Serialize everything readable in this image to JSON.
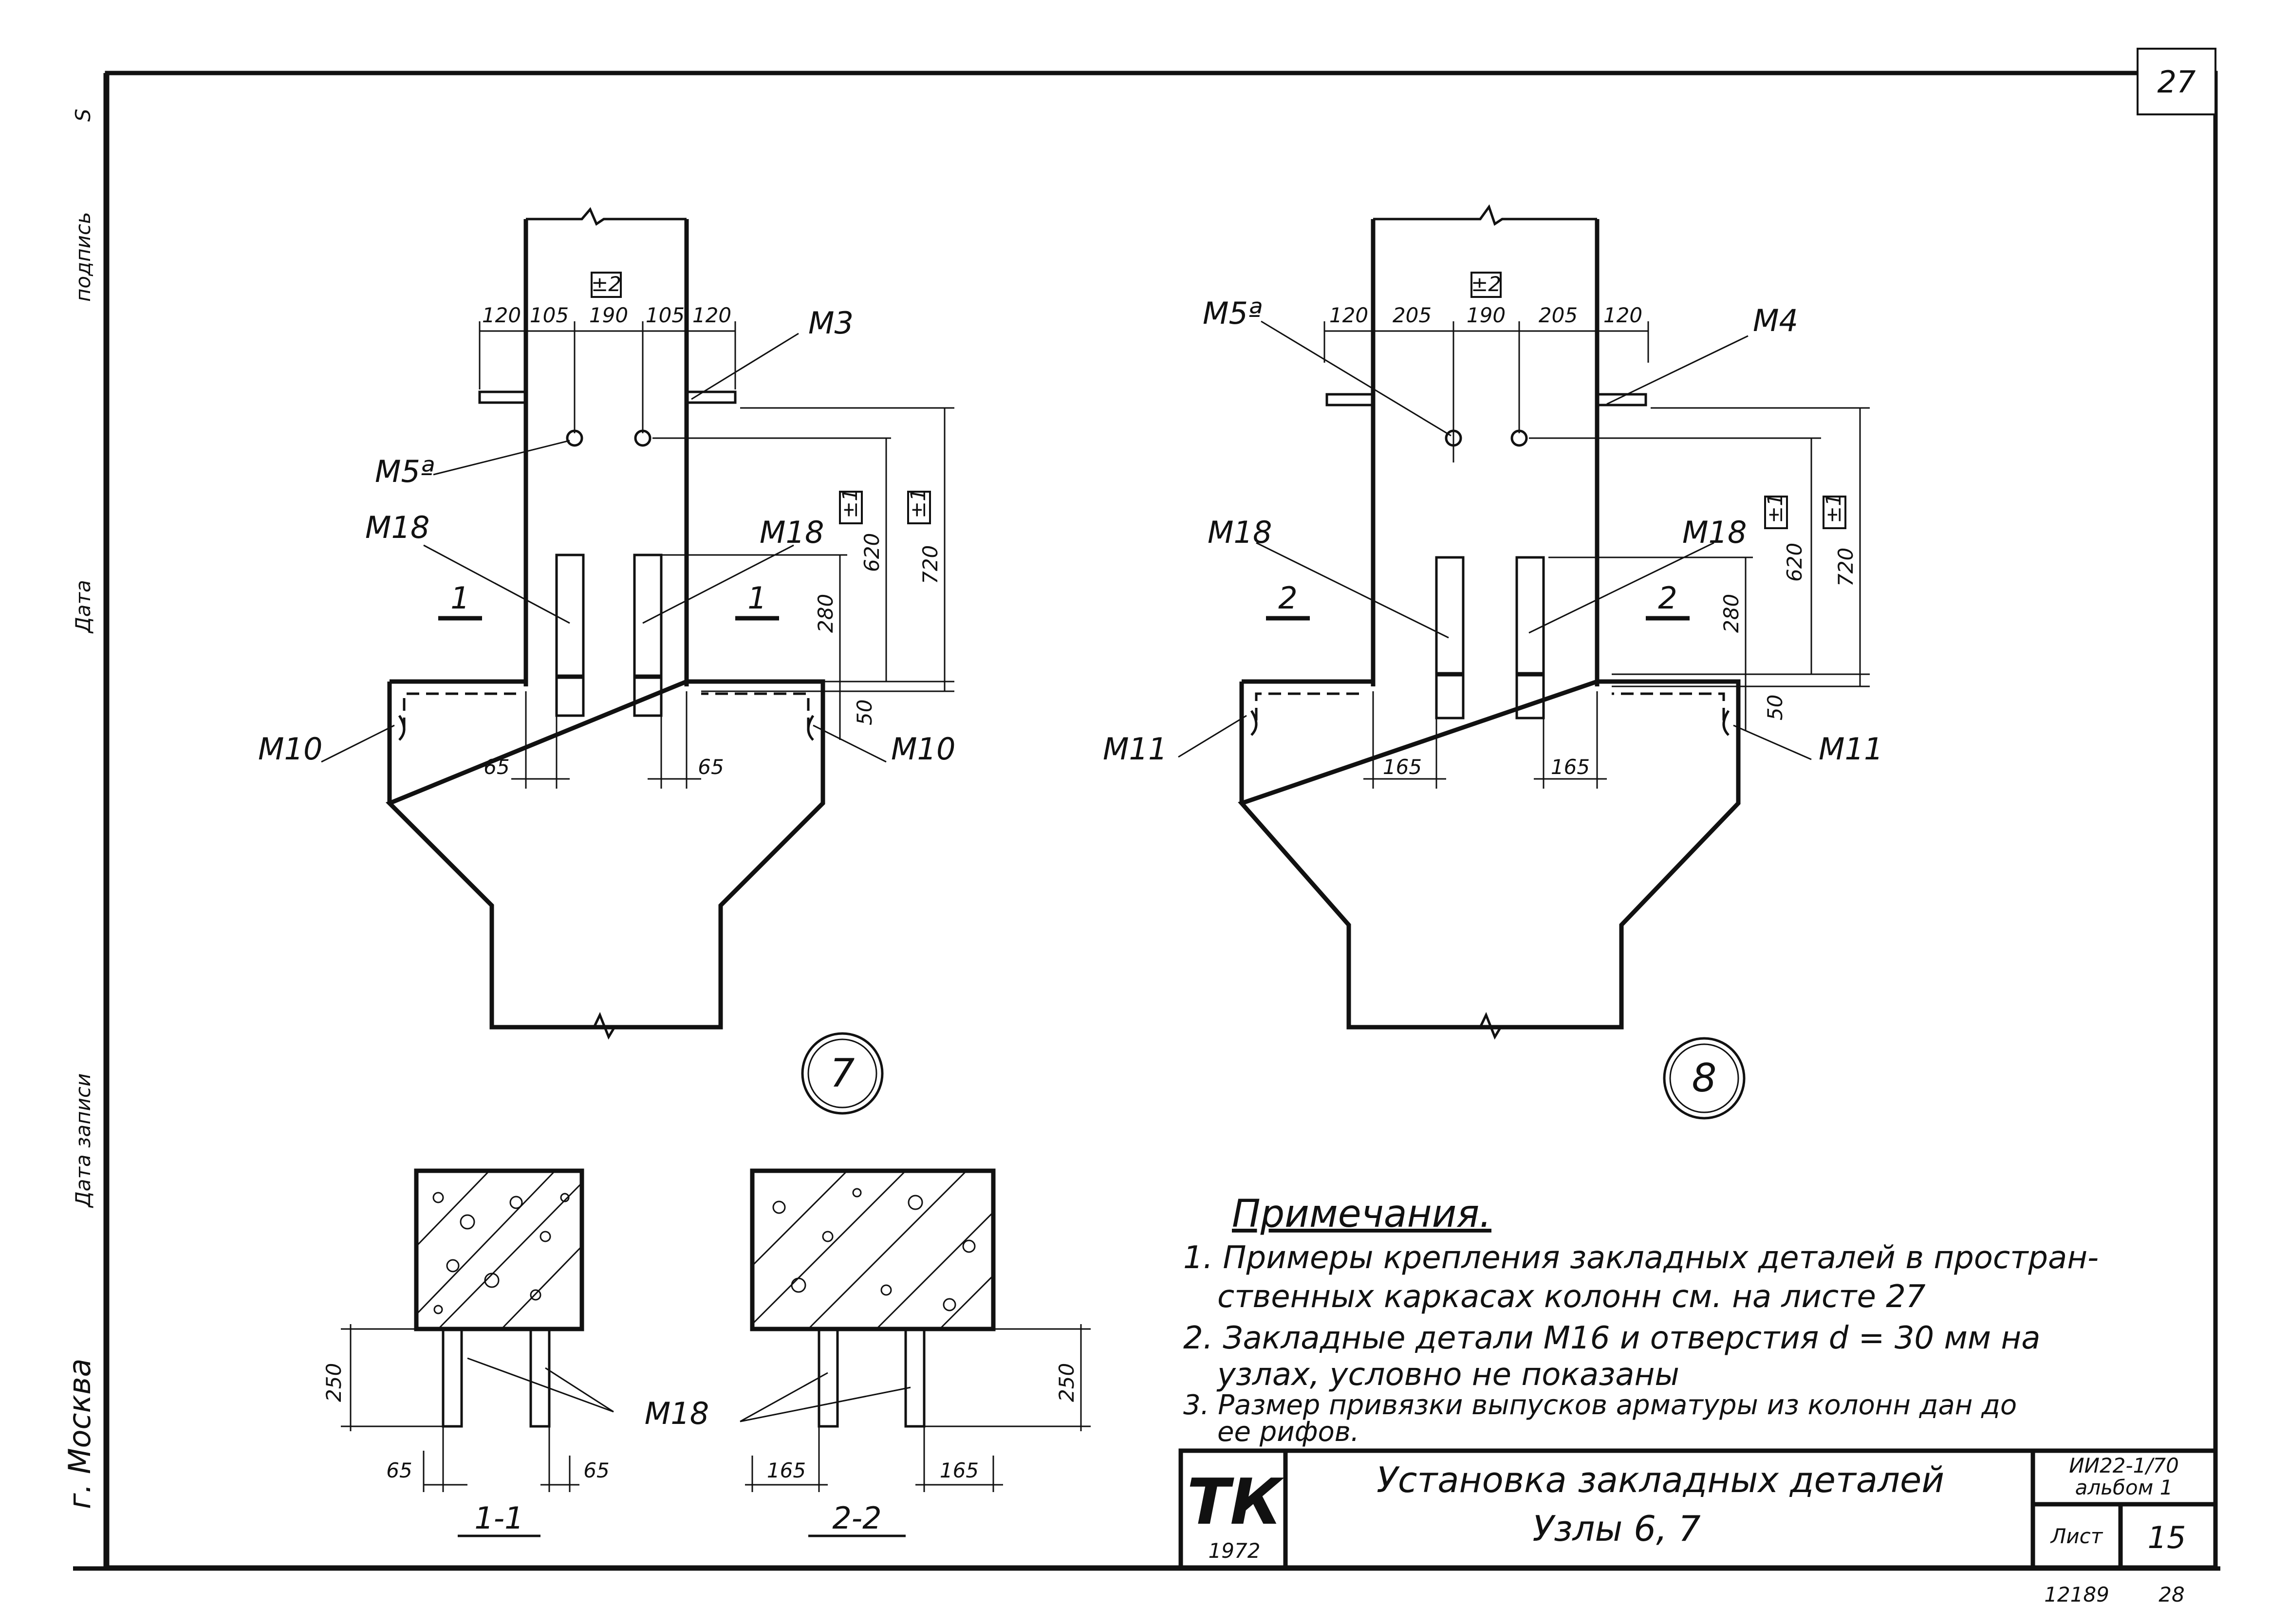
{
  "sheet": {
    "page_number": "27",
    "footer_left": "12189",
    "footer_right": "28"
  },
  "margin_labels": {
    "top": "S",
    "stamp1": "подпись",
    "stamp2": "Дата",
    "city": "г. Москва",
    "stamp3": "Дата записи"
  },
  "node7": {
    "number": "7",
    "top_dims": [
      "120",
      "105",
      "190",
      "105",
      "120"
    ],
    "tolerance_top": "±2",
    "tol_a": "±1",
    "tol_b": "±1",
    "v_dims": [
      "620",
      "720",
      "280",
      "50"
    ],
    "bottom_dims": [
      "65",
      "65"
    ],
    "labels": {
      "m3": "М3",
      "m5a": "М5ª",
      "m18_left": "М18",
      "m18_right": "М18",
      "m10_left": "М10",
      "m10_right": "М10",
      "section_left": "1",
      "section_right": "1"
    }
  },
  "node8": {
    "number": "8",
    "top_dims": [
      "120",
      "205",
      "190",
      "205",
      "120"
    ],
    "tolerance_top": "±2",
    "tol_a": "±1",
    "tol_b": "±1",
    "v_dims": [
      "620",
      "720",
      "280",
      "50"
    ],
    "bottom_dims": [
      "165",
      "165"
    ],
    "labels": {
      "m4": "М4",
      "m5a": "М5ª",
      "m18_left": "М18",
      "m18_right": "М18",
      "m11_left": "М11",
      "m11_right": "М11",
      "section_left": "2",
      "section_right": "2"
    }
  },
  "section1": {
    "title": "1-1",
    "dim_h": "250",
    "dim_left": "65",
    "dim_right": "65"
  },
  "section2": {
    "title": "2-2",
    "dim_h": "250",
    "dim_left": "165",
    "dim_right": "165"
  },
  "sections_label": "М18",
  "notes": {
    "heading": "Примечания.",
    "items": [
      "1. Примеры крепления закладных деталей в простран-",
      "ственных каркасах колонн см. на листе 27",
      "2. Закладные детали М16 и отверстия d = 30 мм на",
      "узлах, условно не показаны",
      "3. Размер привязки выпусков арматуры из колонн дан до",
      "ее рифов."
    ]
  },
  "title_block": {
    "org": "ТК",
    "year": "1972",
    "title_line1": "Установка закладных деталей",
    "title_line2": "Узлы 6, 7",
    "series": "ИИ22-1/70",
    "album": "альбом 1",
    "sheet_label": "Лист",
    "sheet_no": "15"
  }
}
